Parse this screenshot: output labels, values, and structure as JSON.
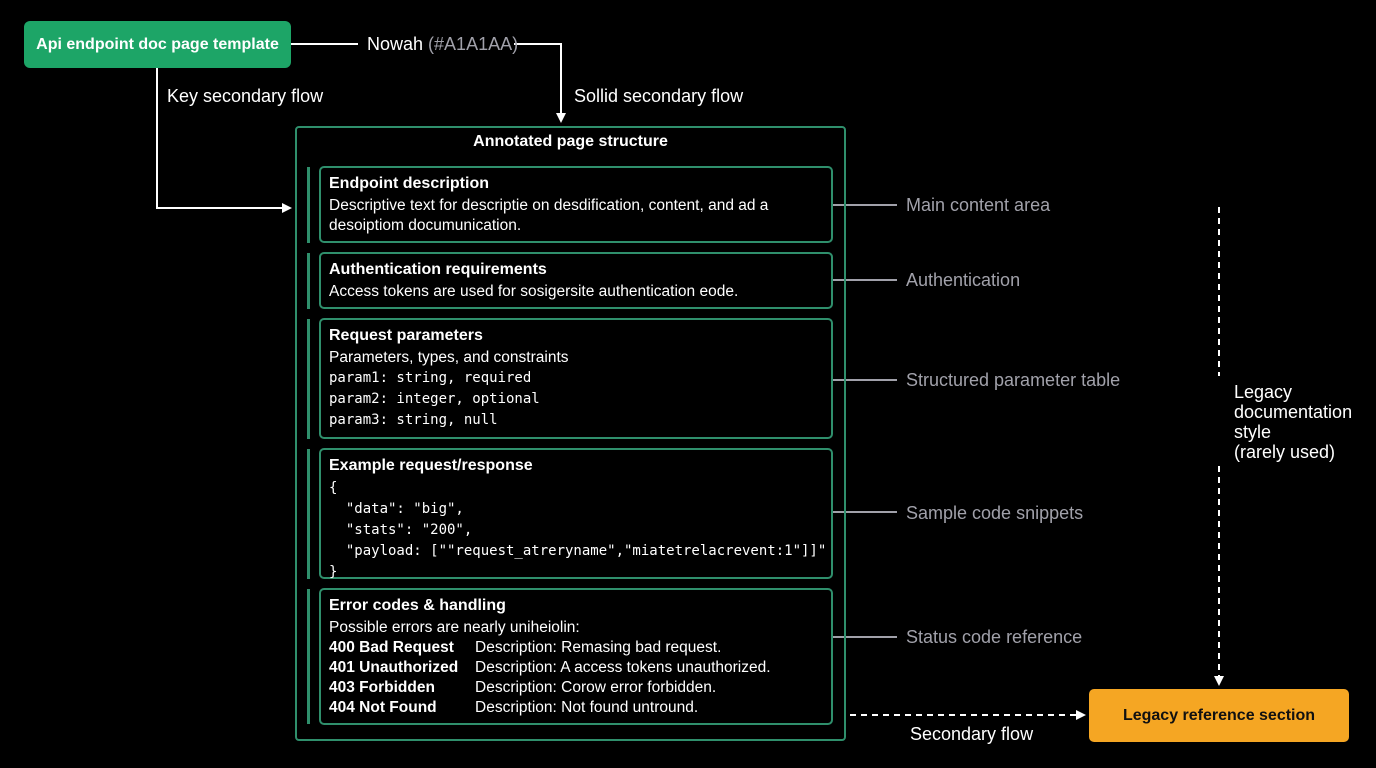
{
  "top_node": {
    "label": "Api endpoint doc page template"
  },
  "flows": {
    "nowah_label": "Nowah",
    "nowah_hex": "(#A1A1AA)",
    "key_secondary": "Key secondary flow",
    "solid_secondary": "Sollid secondary flow",
    "secondary": "Secondary flow"
  },
  "main_frame": {
    "title": "Annotated page structure",
    "sections": [
      {
        "title": "Endpoint description",
        "text_lines": [
          "Descriptive text for descriptie on desdification, content, and ad a",
          "desoiptiom documunication."
        ],
        "annotation": "Main content area"
      },
      {
        "title": "Authentication requirements",
        "text_lines": [
          "Access tokens are used for sosigersite authentication eode."
        ],
        "annotation": "Authentication"
      },
      {
        "title": "Request parameters",
        "text_lines": [
          "Parameters, types, and constraints"
        ],
        "code_lines": [
          "param1: string, required",
          "param2: integer, optional",
          "param3: string, null"
        ],
        "annotation": "Structured parameter table"
      },
      {
        "title": "Example request/response",
        "code_lines": [
          "{",
          "  \"data\": \"big\",",
          "  \"stats\": \"200\",",
          "  \"payload: [\"\"request_atreryname\",\"miatetrelacrevent:1\"]]\"",
          "}"
        ],
        "annotation": "Sample code snippets"
      },
      {
        "title": "Error codes & handling",
        "text_lines": [
          "Possible errors are nearly uniheiolin:"
        ],
        "errors": [
          {
            "code": "400 Bad Request",
            "description": "Description: Remasing bad request."
          },
          {
            "code": "401 Unauthorized",
            "description": "Description: A access tokens unauthorized."
          },
          {
            "code": "403 Forbidden",
            "description": "Description: Corow error forbidden."
          },
          {
            "code": "404 Not Found",
            "description": "Description: Not found untround."
          }
        ],
        "annotation": "Status code reference"
      }
    ]
  },
  "legacy": {
    "note_lines": [
      "Legacy",
      "documentation",
      "style",
      "(rarely used)"
    ],
    "node_label": "Legacy reference section"
  },
  "colors": {
    "background": "#000000",
    "primary_node": "#1DA567",
    "legacy_node": "#F5A623",
    "frame_border": "#2F8F6C",
    "annotation_text": "#A1A1AA"
  }
}
